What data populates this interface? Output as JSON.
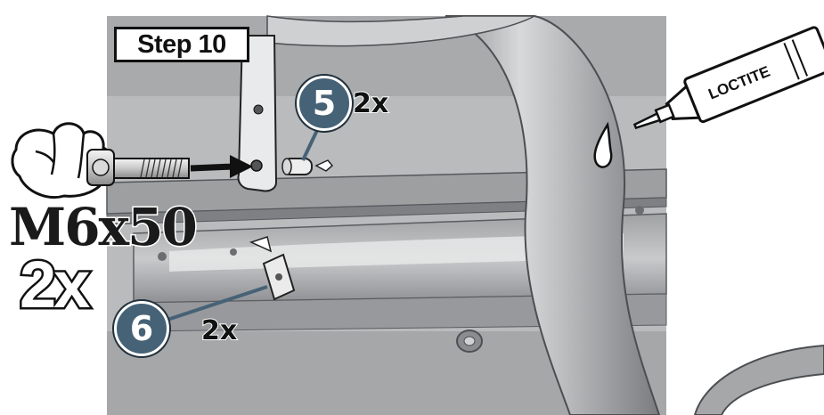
{
  "step": {
    "label": "Step 10"
  },
  "callouts": [
    {
      "number": "5",
      "quantity": "2x"
    },
    {
      "number": "6",
      "quantity": "2x"
    }
  ],
  "bolt": {
    "size": "M6x50",
    "quantity": "2x"
  },
  "adhesive": {
    "label": "LOCTITE"
  },
  "colors": {
    "callout_fill": "#466276",
    "frame_metal": "#a9abad",
    "background_panel": "#bdbfc1"
  }
}
